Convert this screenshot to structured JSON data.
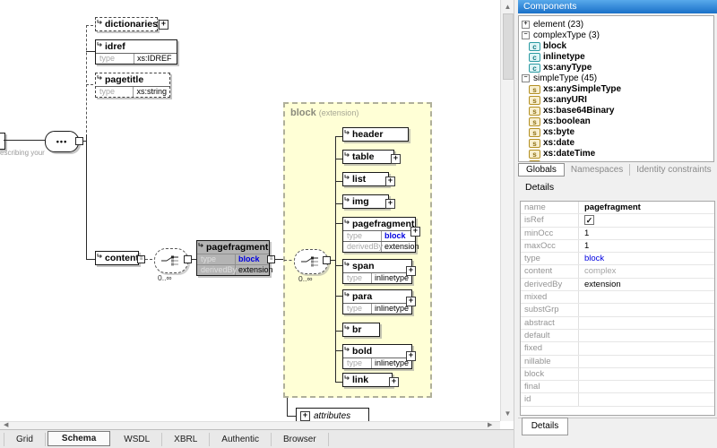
{
  "canvas": {
    "annotation_fragment": "escribing your",
    "labels": {
      "type": "type",
      "derivedBy": "derivedBy"
    },
    "occurrence": "0..∞",
    "elements": {
      "dictionaries": "dictionaries",
      "idref": {
        "name": "idref",
        "type": "xs:IDREF"
      },
      "pagetitle": {
        "name": "pagetitle",
        "type": "xs:string"
      },
      "content": "content",
      "pagefragment": {
        "name": "pagefragment",
        "type": "block",
        "derivedBy": "extension"
      }
    },
    "block_region": {
      "title": "block",
      "subtitle": "(extension)",
      "children": [
        {
          "name": "header"
        },
        {
          "name": "table"
        },
        {
          "name": "list"
        },
        {
          "name": "img"
        },
        {
          "name": "pagefragment",
          "type": "block",
          "derivedBy": "extension"
        },
        {
          "name": "span",
          "type": "inlinetype"
        },
        {
          "name": "para",
          "type": "inlinetype"
        },
        {
          "name": "br"
        },
        {
          "name": "bold",
          "type": "inlinetype"
        },
        {
          "name": "link"
        }
      ]
    },
    "attributes_label": "attributes"
  },
  "components": {
    "title": "Components",
    "tree": [
      {
        "label": "element (23)"
      },
      {
        "label": "complexType (3)"
      },
      {
        "label": "block"
      },
      {
        "label": "inlinetype"
      },
      {
        "label": "xs:anyType"
      },
      {
        "label": "simpleType (45)"
      },
      {
        "label": "xs:anySimpleType"
      },
      {
        "label": "xs:anyURI"
      },
      {
        "label": "xs:base64Binary"
      },
      {
        "label": "xs:boolean"
      },
      {
        "label": "xs:byte"
      },
      {
        "label": "xs:date"
      },
      {
        "label": "xs:dateTime"
      }
    ],
    "tabs": [
      {
        "label": "Globals"
      },
      {
        "label": "Namespaces"
      },
      {
        "label": "Identity constraints"
      }
    ]
  },
  "details": {
    "header": "Details",
    "rows": [
      {
        "label": "name",
        "value": "pagefragment"
      },
      {
        "label": "isRef",
        "value": "",
        "checked": true
      },
      {
        "label": "minOcc",
        "value": "1"
      },
      {
        "label": "maxOcc",
        "value": "1"
      },
      {
        "label": "type",
        "value": "block"
      },
      {
        "label": "content",
        "value": "complex"
      },
      {
        "label": "derivedBy",
        "value": "extension"
      },
      {
        "label": "mixed",
        "value": ""
      },
      {
        "label": "substGrp",
        "value": ""
      },
      {
        "label": "abstract",
        "value": ""
      },
      {
        "label": "default",
        "value": ""
      },
      {
        "label": "fixed",
        "value": ""
      },
      {
        "label": "nillable",
        "value": ""
      },
      {
        "label": "block",
        "value": ""
      },
      {
        "label": "final",
        "value": ""
      },
      {
        "label": "id",
        "value": ""
      }
    ],
    "tab": "Details"
  },
  "view_tabs": [
    {
      "label": "Grid"
    },
    {
      "label": "Schema",
      "active": true
    },
    {
      "label": "WSDL"
    },
    {
      "label": "XBRL"
    },
    {
      "label": "Authentic"
    },
    {
      "label": "Browser"
    }
  ],
  "colors": {
    "type_link_blue": "#0000e0",
    "selected_box_gray": "#b4b4b4",
    "region_yellow": "#ffffd6",
    "components_title_top": "#58a9eb",
    "components_title_bottom": "#1a70c8"
  }
}
